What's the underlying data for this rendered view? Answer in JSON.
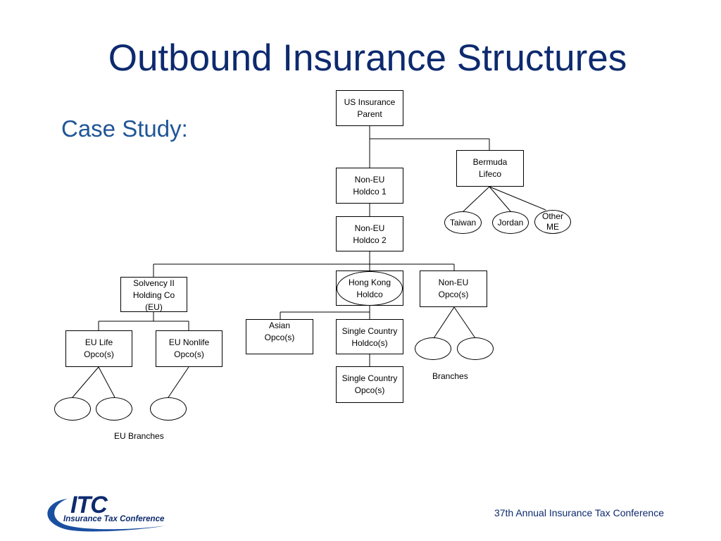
{
  "slide": {
    "title": "Outbound Insurance Structures",
    "subtitle": "Case Study:",
    "footer": "37th Annual Insurance Tax Conference",
    "logo": {
      "main": "ITC",
      "tagline": "Insurance Tax Conference"
    }
  },
  "nodes": {
    "us_parent": [
      "US Insurance",
      "Parent"
    ],
    "bermuda": [
      "Bermuda",
      "Lifeco"
    ],
    "non_eu_holdco1": [
      "Non-EU",
      "Holdco 1"
    ],
    "non_eu_holdco2": [
      "Non-EU",
      "Holdco 2"
    ],
    "solvency": [
      "Solvency II",
      "Holding Co",
      "(EU)"
    ],
    "hong_kong": [
      "Hong Kong",
      "Holdco"
    ],
    "non_eu_opco": [
      "Non-EU",
      "Opco(s)"
    ],
    "eu_life": [
      "EU Life",
      "Opco(s)"
    ],
    "eu_nonlife": [
      "EU Nonlife",
      "Opco(s)"
    ],
    "asian": [
      "Asian",
      "Opco(s)"
    ],
    "single_holdco": [
      "Single Country",
      "Holdco(s)"
    ],
    "single_opco": [
      "Single Country",
      "Opco(s)"
    ],
    "taiwan": "Taiwan",
    "jordan": "Jordan",
    "other_me": [
      "Other",
      "ME"
    ]
  },
  "labels": {
    "branches": "Branches",
    "eu_branches": "EU Branches"
  }
}
